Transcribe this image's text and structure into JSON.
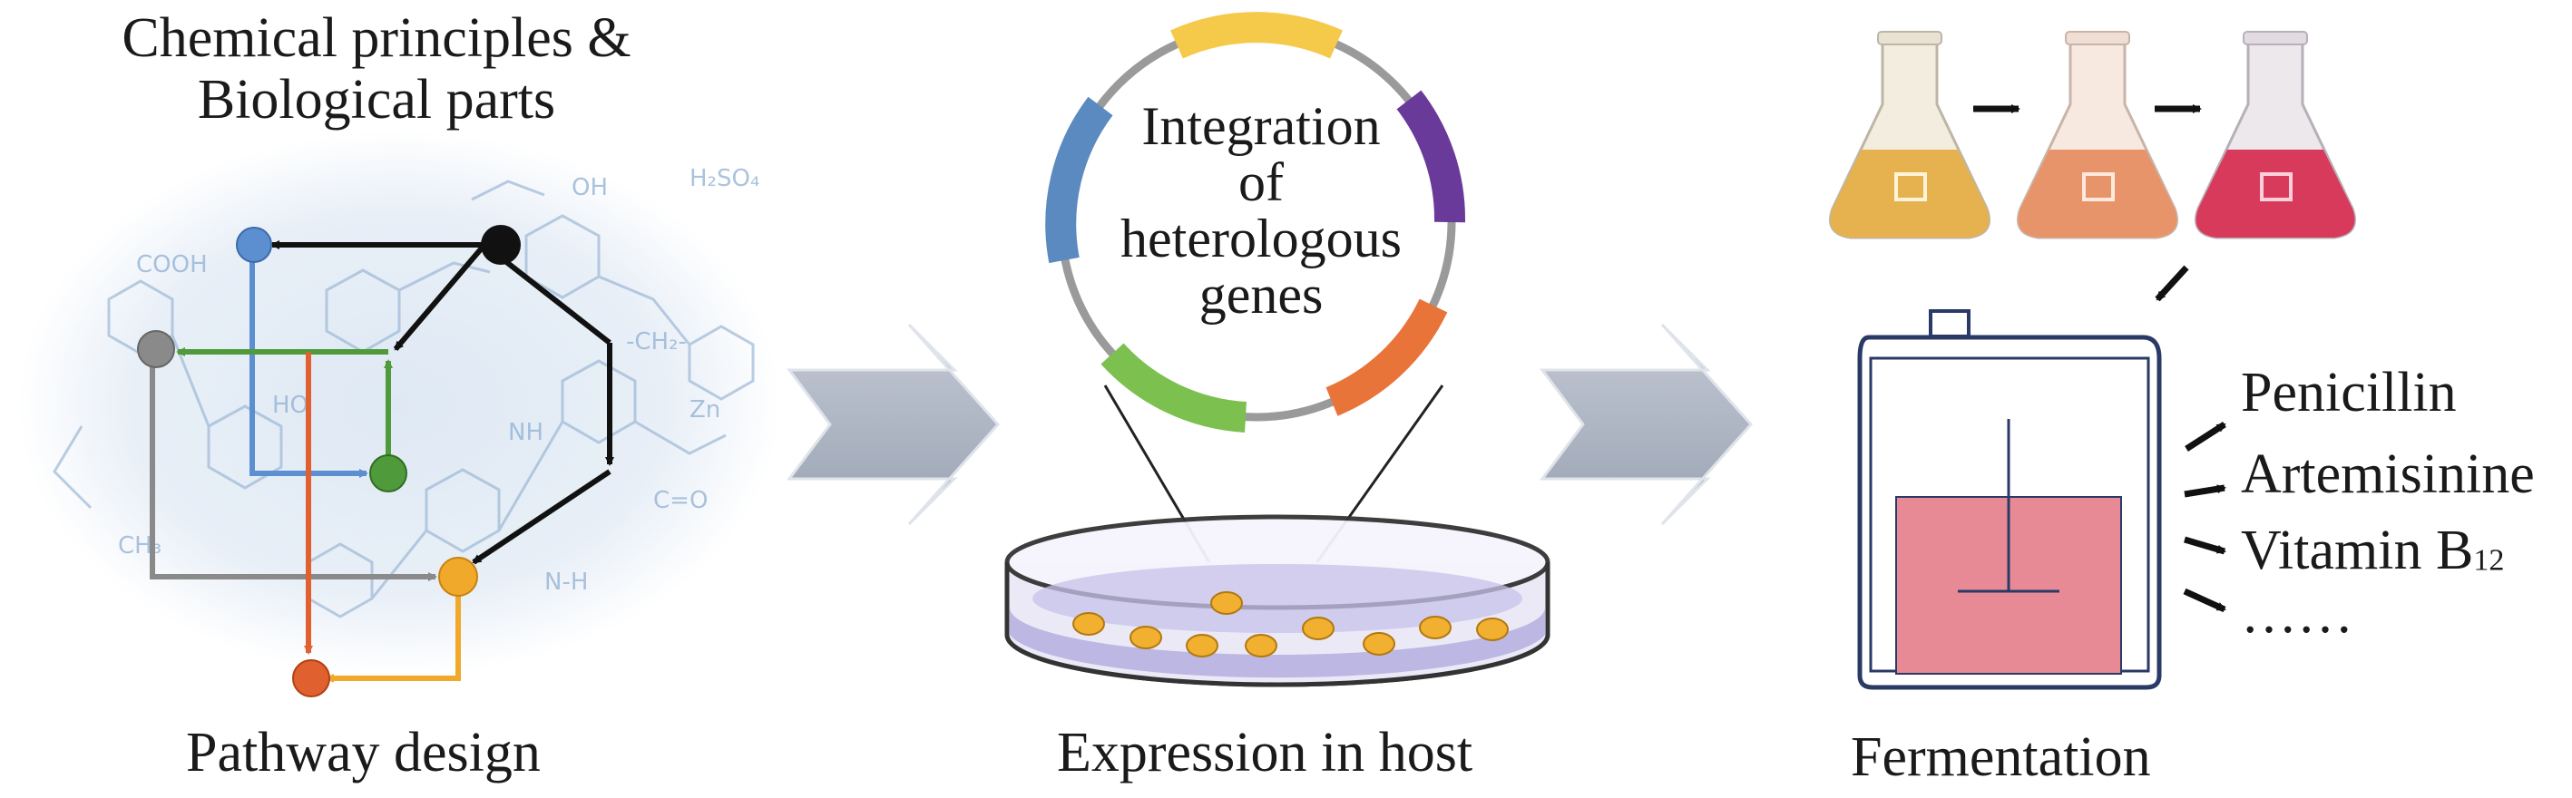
{
  "panels": {
    "pathway": {
      "top_label_line1": "Chemical principles &",
      "top_label_line2": "Biological parts",
      "bottom_label": "Pathway design"
    },
    "expression": {
      "plasmid_line1": "Integration",
      "plasmid_line2": "of",
      "plasmid_line3": "heterologous",
      "plasmid_line4": "genes",
      "bottom_label": "Expression in host"
    },
    "fermentation": {
      "bottom_label": "Fermentation",
      "products": {
        "p1": "Penicillin",
        "p2": "Artemisinine",
        "p3_prefix": "Vitamin B",
        "p3_sub": "12",
        "p4": "……"
      }
    }
  },
  "colors": {
    "node_blue": "#5b8fcf",
    "node_black": "#111111",
    "node_gray": "#8a8a8a",
    "node_green": "#4f9a3a",
    "node_orange": "#f0a92a",
    "node_red": "#e06030",
    "arrow_fill": "#a9b1c0",
    "plasmid_yellow": "#f5c94a",
    "plasmid_purple": "#6a3a9a",
    "plasmid_blue": "#5b8ac0",
    "plasmid_green": "#7cc050",
    "plasmid_orange": "#e8743a",
    "flask1": "#e6b250",
    "flask2": "#e8946a",
    "flask3": "#d83a5c",
    "fermenter_liquid": "#e88a96"
  }
}
